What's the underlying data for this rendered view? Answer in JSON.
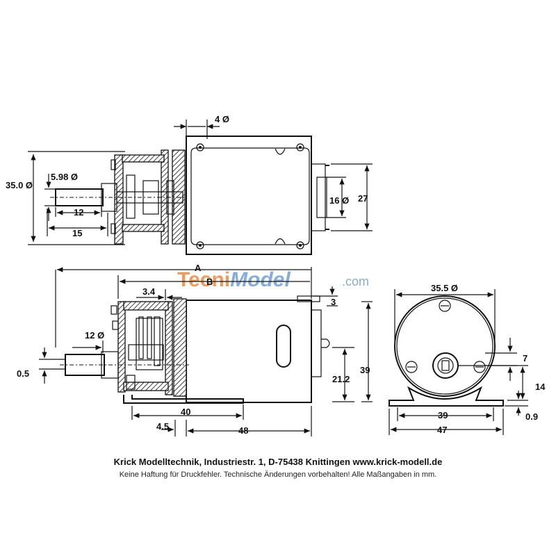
{
  "watermark": {
    "brand_part1": "Tecni",
    "brand_part2": "Model",
    "brand_part3": ".com",
    "colors": {
      "orange": "#f08a3c",
      "blue": "#6f9fd6"
    }
  },
  "top_view": {
    "dims": {
      "shaft_hole": "4 Ø",
      "body_height": "35.0 Ø",
      "shaft_dia": "5.98 Ø",
      "shaft_len": "12",
      "shaft_total": "15",
      "terminal_dia": "16 Ø",
      "terminal_height": "27"
    }
  },
  "side_view": {
    "labels": {
      "a": "A",
      "b": "B"
    },
    "dims": {
      "gear_offset": "3.4",
      "top_gap": "3",
      "output_dia": "12 Ø",
      "shaft_offset": "0.5",
      "axis_height": "21.2",
      "total_height": "39",
      "bracket_len": "40",
      "bracket_offset": "4.5",
      "motor_len": "48"
    }
  },
  "front_view": {
    "dims": {
      "body_dia": "35.5 Ø",
      "hole_offset": "7",
      "axis_height": "14",
      "base_thickness": "0.9",
      "hole_spacing": "39",
      "base_width": "47"
    }
  },
  "footer": {
    "line1": "Krick Modelltechnik, Industriestr. 1, D-75438 Knittingen www.krick-modell.de",
    "line2": "Keine Haftung für Druckfehler. Technische Änderungen vorbehalten! Alle Maßangaben in mm."
  }
}
